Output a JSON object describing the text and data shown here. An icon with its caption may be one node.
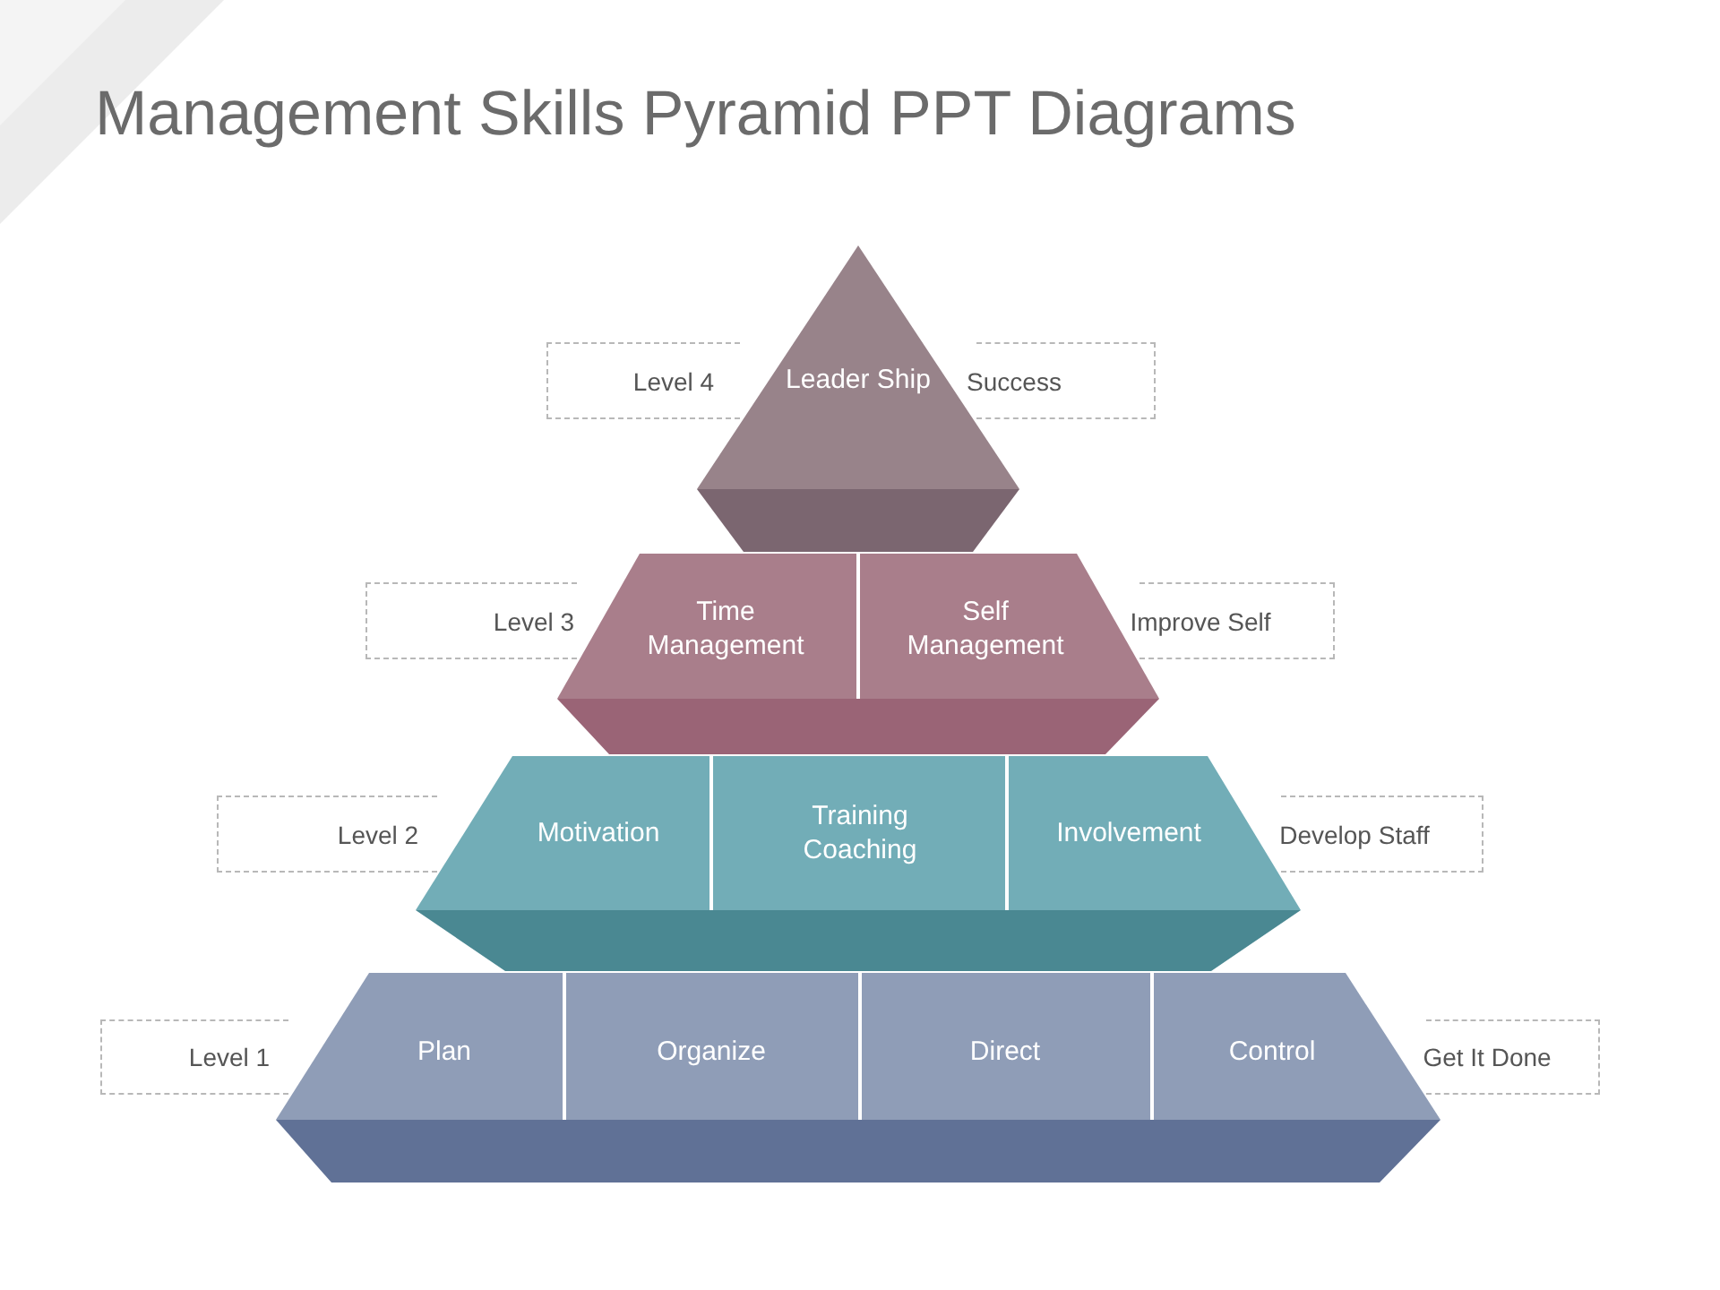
{
  "diagram": {
    "title": "Management Skills Pyramid PPT Diagrams",
    "nodes": [
      {
        "text": [
          "Level 4"
        ]
      },
      {
        "text": [
          "Leader Ship"
        ]
      },
      {
        "text": [
          "Success"
        ]
      },
      {
        "text": [
          "Level 3"
        ]
      },
      {
        "text": [
          "Time Management"
        ]
      },
      {
        "text": [
          "Self Management"
        ]
      },
      {
        "text": [
          "Improve Self"
        ]
      },
      {
        "text": [
          "Level 2"
        ]
      },
      {
        "text": [
          "Motivation"
        ]
      },
      {
        "text": [
          "Training Coaching"
        ]
      },
      {
        "text": [
          "Involvement"
        ]
      },
      {
        "text": [
          "Develop Staff"
        ]
      },
      {
        "text": [
          "Level 1"
        ]
      },
      {
        "text": [
          "Plan"
        ]
      },
      {
        "text": [
          "Organize"
        ]
      },
      {
        "text": [
          "Direct"
        ]
      },
      {
        "text": [
          "Control"
        ]
      },
      {
        "text": [
          "Get It Done"
        ]
      }
    ]
  }
}
